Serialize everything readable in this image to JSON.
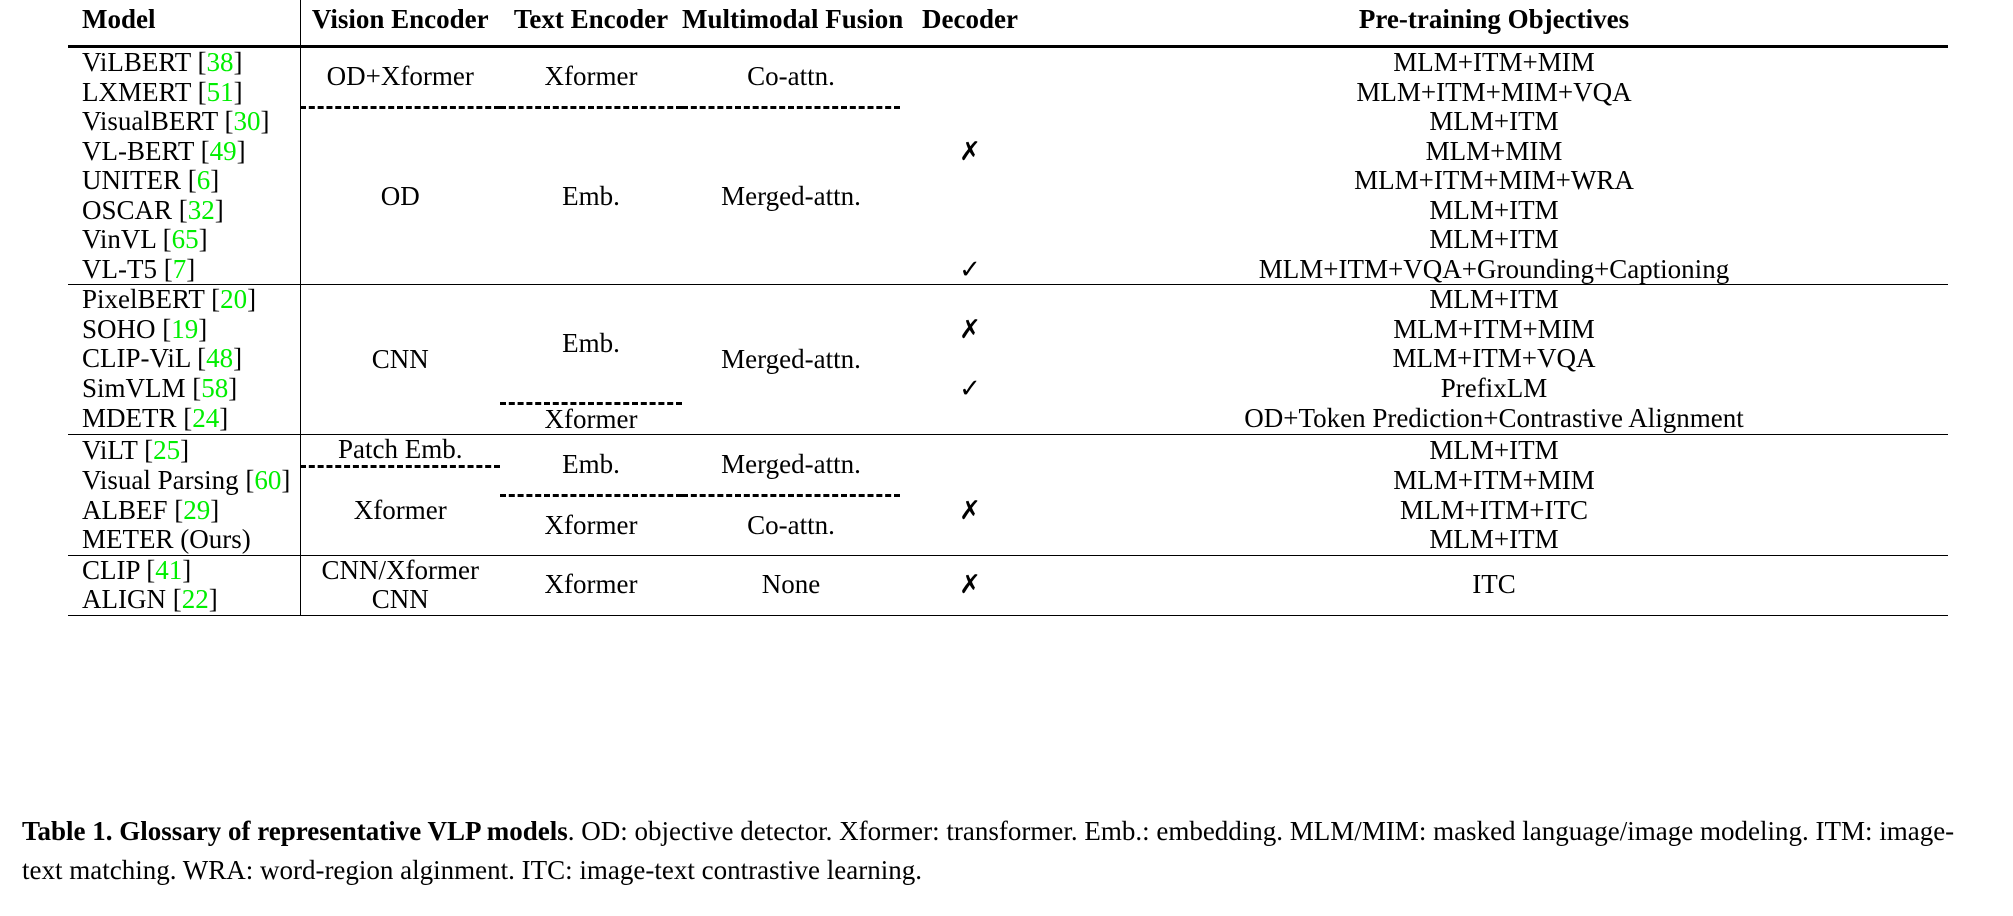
{
  "table": {
    "headers": [
      {
        "key": "model",
        "label": "Model"
      },
      {
        "key": "vision",
        "label": "Vision Encoder"
      },
      {
        "key": "text",
        "label": "Text Encoder"
      },
      {
        "key": "fusion",
        "label": "Multimodal Fusion"
      },
      {
        "key": "decoder",
        "label": "Decoder"
      },
      {
        "key": "objectives",
        "label": "Pre-training Objectives"
      }
    ],
    "cite_color": "#00ee00",
    "marks": {
      "cross": "✗",
      "check": "✓"
    },
    "groups": [
      {
        "id": "group-od",
        "rows": [
          {
            "model": "ViLBERT",
            "cite": "38",
            "objectives": "MLM+ITM+MIM"
          },
          {
            "model": "LXMERT",
            "cite": "51",
            "objectives": "MLM+ITM+MIM+VQA"
          },
          {
            "model": "VisualBERT",
            "cite": "30",
            "objectives": "MLM+ITM"
          },
          {
            "model": "VL-BERT",
            "cite": "49",
            "objectives": "MLM+MIM",
            "decoder": "✗"
          },
          {
            "model": "UNITER",
            "cite": "6",
            "objectives": "MLM+ITM+MIM+WRA"
          },
          {
            "model": "OSCAR",
            "cite": "32",
            "objectives": "MLM+ITM"
          },
          {
            "model": "VinVL",
            "cite": "65",
            "objectives": "MLM+ITM"
          },
          {
            "model": "VL-T5",
            "cite": "7",
            "objectives": "MLM+ITM+VQA+Grounding+Captioning",
            "decoder": "✓"
          }
        ],
        "vision_top": "OD+Xformer",
        "vision_bottom": "OD",
        "text_top": "Xformer",
        "text_bottom": "Emb.",
        "fusion_top": "Co-attn.",
        "fusion_bottom": "Merged-attn."
      },
      {
        "id": "group-cnn",
        "rows": [
          {
            "model": "PixelBERT",
            "cite": "20",
            "objectives": "MLM+ITM"
          },
          {
            "model": "SOHO",
            "cite": "19",
            "objectives": "MLM+ITM+MIM",
            "decoder": "✗"
          },
          {
            "model": "CLIP-ViL",
            "cite": "48",
            "objectives": "MLM+ITM+VQA"
          },
          {
            "model": "SimVLM",
            "cite": "58",
            "objectives": "PrefixLM",
            "decoder": "✓"
          },
          {
            "model": "MDETR",
            "cite": "24",
            "objectives": "OD+Token Prediction+Contrastive Alignment"
          }
        ],
        "vision": "CNN",
        "text_top": "Emb.",
        "text_bottom": "Xformer",
        "fusion": "Merged-attn."
      },
      {
        "id": "group-patch",
        "rows": [
          {
            "model": "ViLT",
            "cite": "25",
            "objectives": "MLM+ITM"
          },
          {
            "model": "Visual Parsing",
            "cite": "60",
            "objectives": "MLM+ITM+MIM"
          },
          {
            "model": "ALBEF",
            "cite": "29",
            "objectives": "MLM+ITM+ITC",
            "decoder": "✗"
          },
          {
            "model": "METER",
            "cite": "",
            "suffix": " (Ours)",
            "smallcaps": true,
            "objectives": "MLM+ITM"
          }
        ],
        "vision_top": "Patch Emb.",
        "vision_bottom": "Xformer",
        "text_top": "Emb.",
        "text_bottom": "Xformer",
        "fusion_top": "Merged-attn.",
        "fusion_bottom": "Co-attn."
      },
      {
        "id": "group-dual",
        "rows": [
          {
            "model": "CLIP",
            "cite": "41",
            "vision": "CNN/Xformer"
          },
          {
            "model": "ALIGN",
            "cite": "22",
            "vision": "CNN"
          }
        ],
        "text": "Xformer",
        "fusion": "None",
        "decoder": "✗",
        "objectives": "ITC"
      }
    ]
  },
  "caption": {
    "label": "Table 1.",
    "bold_title": "Glossary of representative VLP models",
    "rest": ". OD: objective detector. Xformer: transformer. Emb.: embedding. MLM/MIM: masked language/image modeling. ITM: image-text matching. WRA: word-region alginment. ITC: image-text contrastive learning."
  }
}
